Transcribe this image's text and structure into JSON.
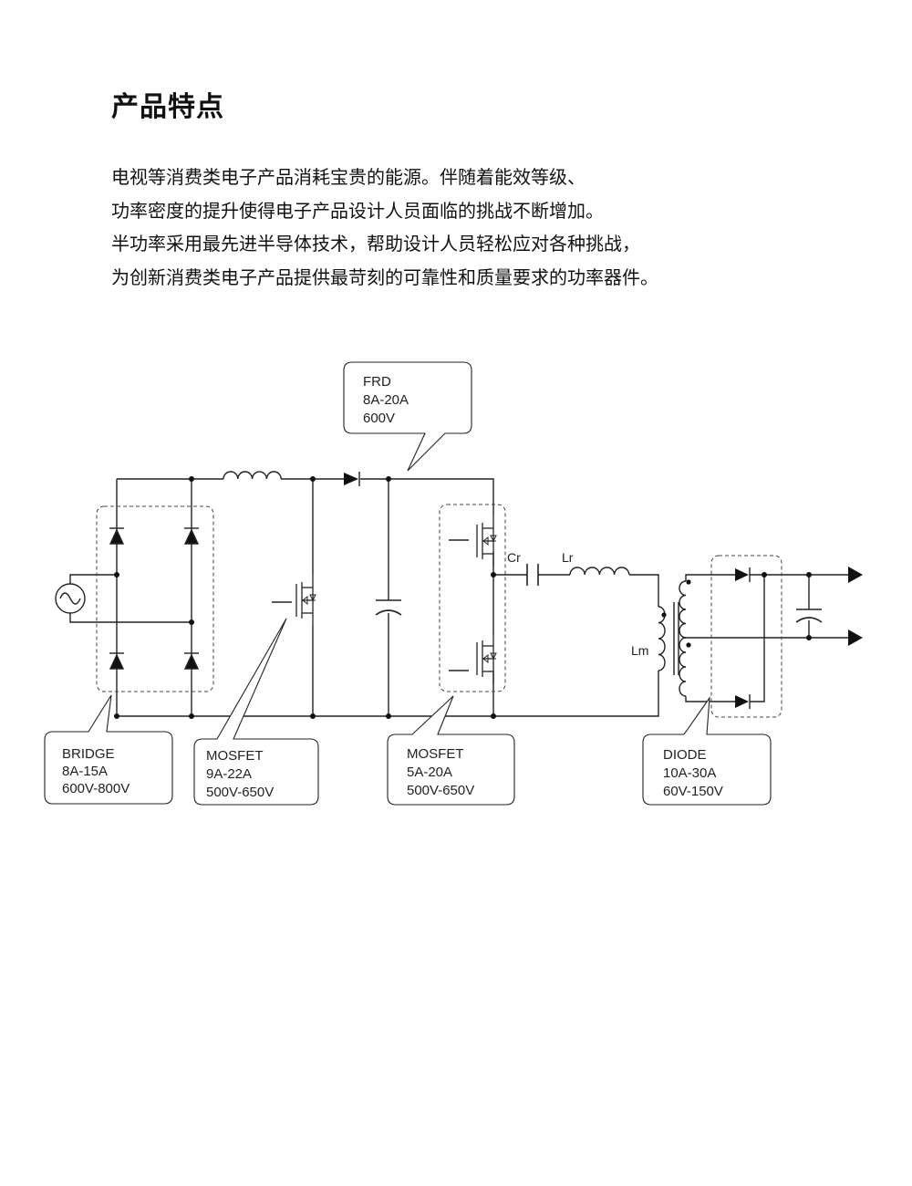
{
  "heading": "产品特点",
  "paragraph": [
    "电视等消费类电子产品消耗宝贵的能源。伴随着能效等级、",
    "功率密度的提升使得电子产品设计人员面临的挑战不断增加。",
    "半功率采用最先进半导体技术，帮助设计人员轻松应对各种挑战，",
    "为创新消费类电子产品提供最苛刻的可靠性和质量要求的功率器件。"
  ],
  "components": {
    "frd": {
      "lines": [
        "FRD",
        "8A-20A",
        "600V"
      ]
    },
    "bridge": {
      "lines": [
        "BRIDGE",
        "8A-15A",
        "600V-800V"
      ]
    },
    "mosfet1": {
      "lines": [
        "MOSFET",
        "9A-22A",
        "500V-650V"
      ]
    },
    "mosfet2": {
      "lines": [
        "MOSFET",
        "5A-20A",
        "500V-650V"
      ]
    },
    "diode": {
      "lines": [
        "DIODE",
        "10A-30A",
        "60V-150V"
      ]
    }
  },
  "circuit_labels": {
    "cr": "Cr",
    "lr": "Lr",
    "lm": "Lm"
  }
}
